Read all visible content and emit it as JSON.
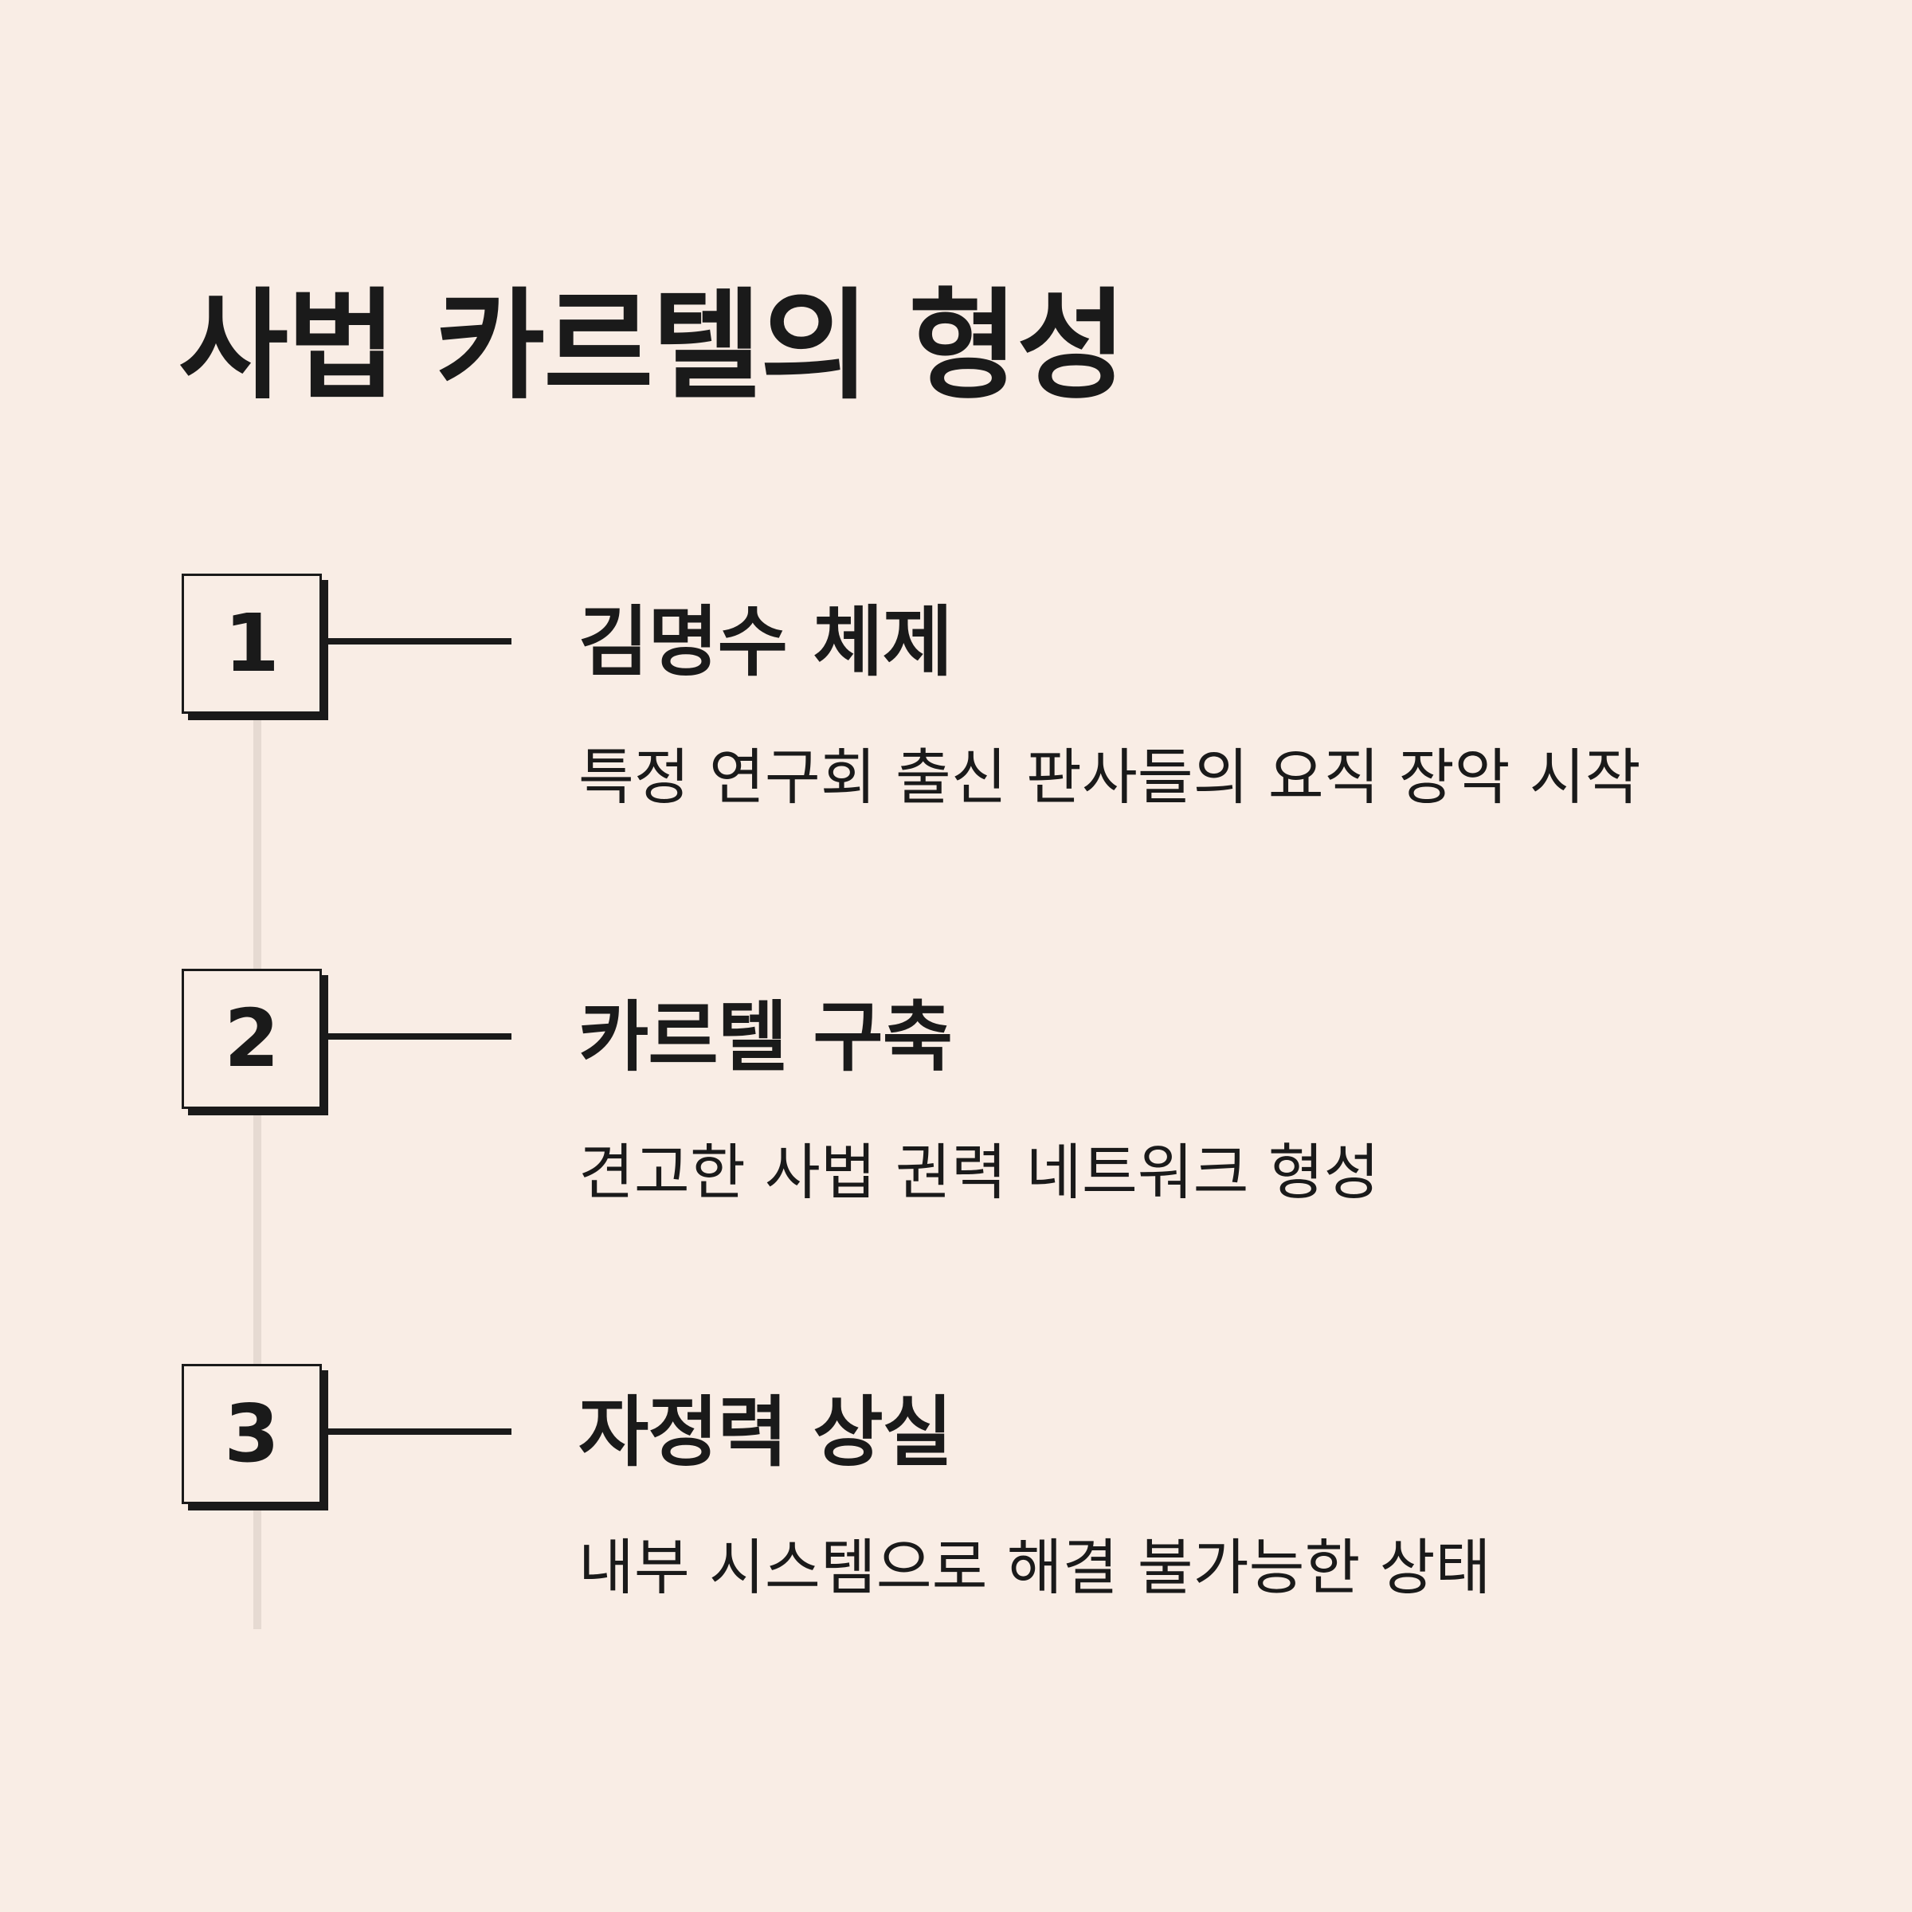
{
  "title": "사법 카르텔의 형성",
  "steps": [
    {
      "number": "1",
      "heading": "김명수 체제",
      "description": "특정 연구회 출신 판사들의 요직 장악 시작"
    },
    {
      "number": "2",
      "heading": "카르텔 구축",
      "description": "견고한 사법 권력 네트워크 형성"
    },
    {
      "number": "3",
      "heading": "자정력 상실",
      "description": "내부 시스템으로 해결 불가능한 상태"
    }
  ],
  "colors": {
    "background": "#f9ede5",
    "ink": "#1a1a1a",
    "timeline": "#e6dad2"
  }
}
